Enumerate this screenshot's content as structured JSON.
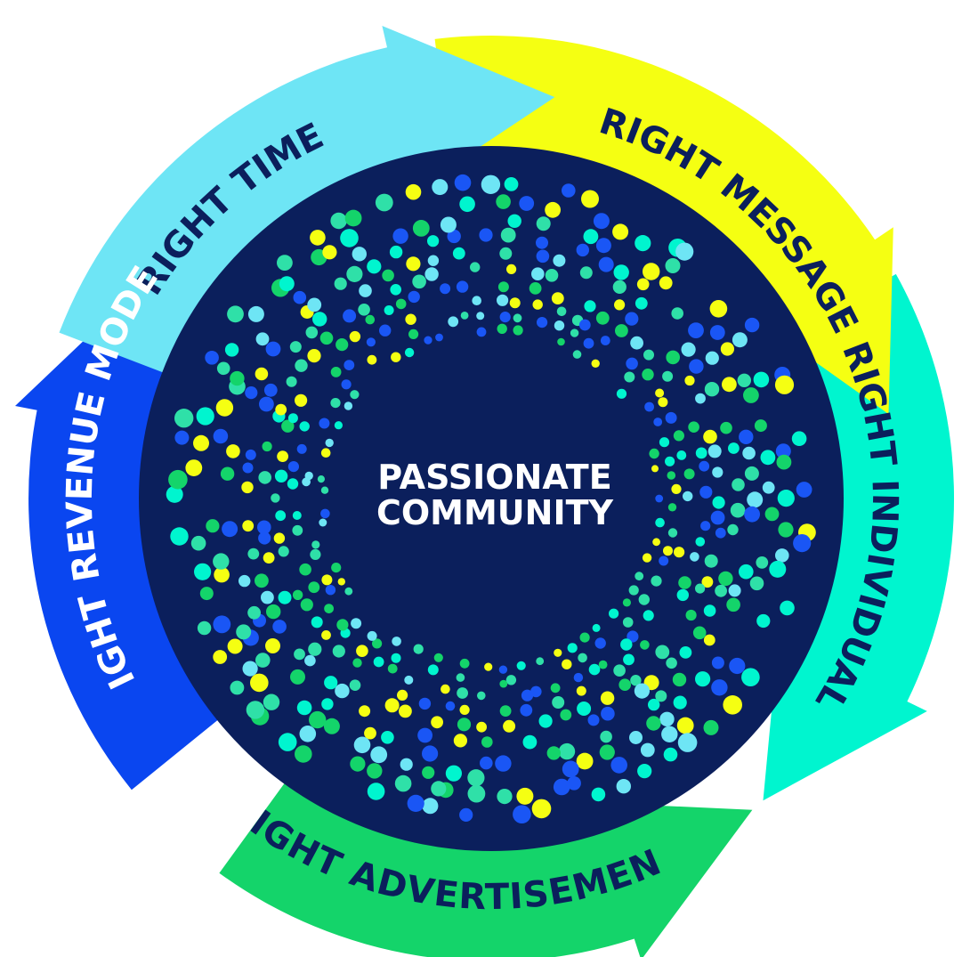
{
  "diagram": {
    "center": {
      "line1": "PASSIONATE",
      "line2": "COMMUNITY"
    },
    "segments": [
      {
        "id": "time",
        "label": "RIGHT TIME",
        "color": "#6ee5f5"
      },
      {
        "id": "message",
        "label": "RIGHT MESSAGE",
        "color": "#f5ff12"
      },
      {
        "id": "individual",
        "label": "RIGHT INDIVIDUAL",
        "color": "#00f5cf"
      },
      {
        "id": "advertisement",
        "label": "RIGHT ADVERTISEMENT",
        "color": "#14d46a"
      },
      {
        "id": "revenue",
        "label": "RIGHT REVENUE MODEL",
        "color": "#0a46f0"
      }
    ],
    "colors": {
      "inner_disc": "#0b1f5c",
      "label_dark": "#0b1f5c",
      "label_light": "#ffffff",
      "dots": [
        "#14d46a",
        "#6ee5f5",
        "#f5ff12",
        "#00f5cf",
        "#1a56f5",
        "#2fe0a8"
      ]
    }
  }
}
